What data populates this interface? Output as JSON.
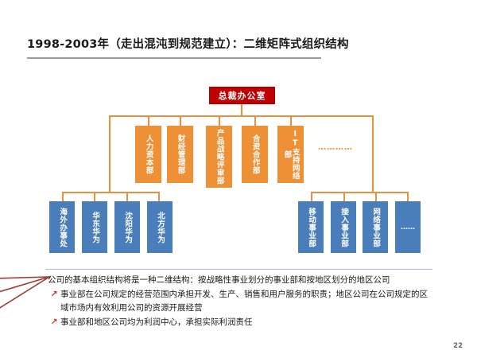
{
  "slide": {
    "title": "1998-2003年（走出混沌到规范建立）：二维矩阵式组织结构",
    "page_number": "22"
  },
  "chart_data": {
    "type": "diagram",
    "title": "二维矩阵式组织结构",
    "root": {
      "label": "总裁办公室",
      "color": "#C00000"
    },
    "functional_departments": {
      "color": "#ED9036",
      "items": [
        {
          "label": "人力资本部"
        },
        {
          "label": "财经管理部"
        },
        {
          "label": "产品战略评审部"
        },
        {
          "label": "合资合作部"
        },
        {
          "label": "IT支持网络部"
        }
      ],
      "ellipsis": "…………"
    },
    "regional_companies": {
      "color": "#4A7EBB",
      "items": [
        {
          "label": "海外办事处"
        },
        {
          "label": "华东华为"
        },
        {
          "label": "沈阳华为"
        },
        {
          "label": "北方华为"
        }
      ]
    },
    "business_units": {
      "color": "#4A7EBB",
      "items": [
        {
          "label": "移动事业部"
        },
        {
          "label": "接入事业部"
        },
        {
          "label": "网络事业部"
        },
        {
          "label": "……"
        }
      ]
    },
    "connector_color": "#E8903C",
    "annotation_color": "#9E3B35"
  },
  "notes": {
    "lead": "公司的基本组织结构将是一种二维结构：按战略性事业划分的事业部和按地区划分的地区公司",
    "bullet_mark": "↗",
    "bullets": [
      "事业部在公司规定的经营范围内承担开发、生产、销售和用户服务的职责；地区公司在公司规定的区域市场内有效利用公司的资源开展经营",
      "事业部和地区公司均为利润中心，承担实际利润责任"
    ]
  }
}
